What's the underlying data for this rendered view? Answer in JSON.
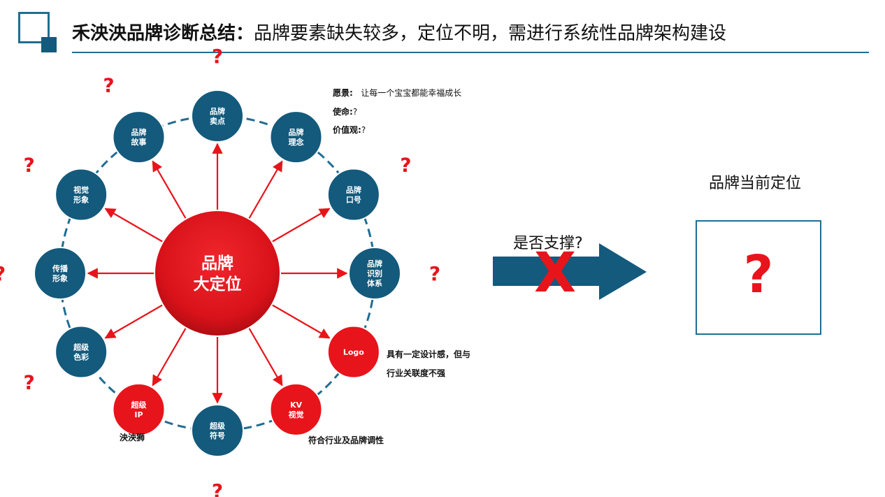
{
  "header": {
    "title_bold": "禾泱泱品牌诊断总结：",
    "title_rest": "品牌要素缺失较多，定位不明，需进行系统性品牌架构建设"
  },
  "colors": {
    "primary_blue": "#1f6e92",
    "accent_red": "#e8141b",
    "node_blue": "#135a7c"
  },
  "diagram": {
    "core": {
      "line1": "品牌",
      "line2": "大定位"
    },
    "nodes": [
      {
        "id": "maidian",
        "lines": [
          "品牌",
          "卖点"
        ],
        "color": "blue",
        "question": true
      },
      {
        "id": "linian",
        "lines": [
          "品牌",
          "理念"
        ],
        "color": "blue",
        "question": false
      },
      {
        "id": "kouhao",
        "lines": [
          "品牌",
          "口号"
        ],
        "color": "blue",
        "question": true
      },
      {
        "id": "shibie",
        "lines": [
          "品牌",
          "识别",
          "体系"
        ],
        "color": "blue",
        "question": true
      },
      {
        "id": "logo",
        "lines": [
          "Logo"
        ],
        "color": "red",
        "question": false
      },
      {
        "id": "kv",
        "lines": [
          "KV",
          "视觉"
        ],
        "color": "red",
        "question": false
      },
      {
        "id": "fuhao",
        "lines": [
          "超级",
          "符号"
        ],
        "color": "blue",
        "question": true
      },
      {
        "id": "ip",
        "lines": [
          "超级",
          "IP"
        ],
        "color": "red",
        "question": false
      },
      {
        "id": "secai",
        "lines": [
          "超级",
          "色彩"
        ],
        "color": "blue",
        "question": true
      },
      {
        "id": "chuanbo",
        "lines": [
          "传播",
          "形象"
        ],
        "color": "blue",
        "question": true
      },
      {
        "id": "shijue",
        "lines": [
          "视觉",
          "形象"
        ],
        "color": "blue",
        "question": true
      },
      {
        "id": "gushi",
        "lines": [
          "品牌",
          "故事"
        ],
        "color": "blue",
        "question": true
      }
    ],
    "question_mark": "?"
  },
  "brand_info": {
    "vision_label": "愿景:",
    "vision_value": "让每一个宝宝都能幸福成长",
    "mission_label": "使命:",
    "mission_value": "?",
    "values_label": "价值观:",
    "values_value": "?"
  },
  "notes": {
    "logo_line1": "具有一定设计感，但与",
    "logo_line2": "行业关联度不强",
    "kv": "符合行业及品牌调性",
    "ip": "泱泱狮"
  },
  "support": {
    "label": "是否支撑?",
    "mark": "X"
  },
  "positioning": {
    "title": "品牌当前定位",
    "value": "?"
  }
}
